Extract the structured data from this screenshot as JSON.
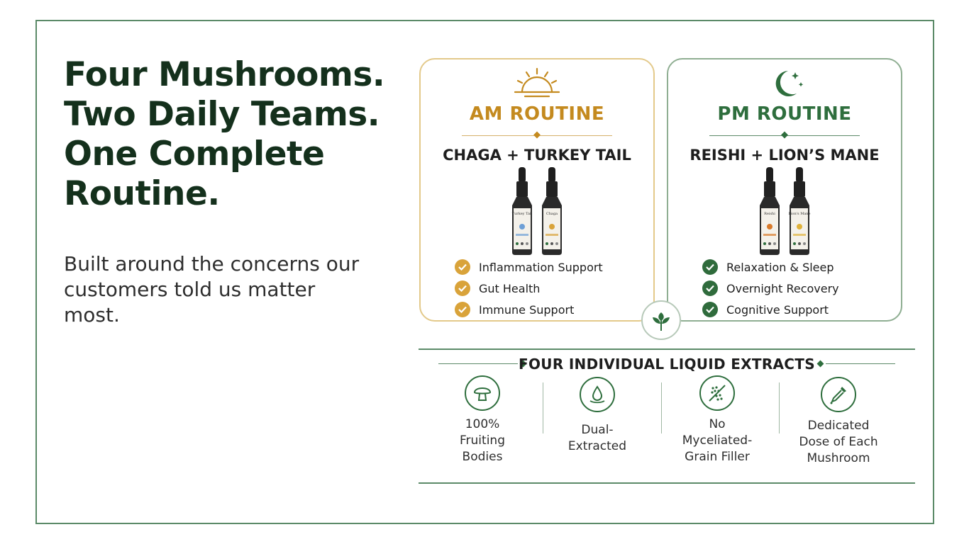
{
  "headline": {
    "lines": [
      "Four Mushrooms.",
      "Two Daily Teams.",
      "One Complete",
      "Routine."
    ]
  },
  "subtext": "Built around the concerns our customers told us matter most.",
  "colors": {
    "dark_green": "#14301c",
    "green": "#2e6e3d",
    "gold": "#c48a1f",
    "frame": "#5b8a68"
  },
  "am_card": {
    "icon": "sunrise-icon",
    "title": "AM ROUTINE",
    "subtitle": "CHAGA + TURKEY TAIL",
    "bottles": [
      {
        "label": "Turkey Tail",
        "accent": "#6e9fd6"
      },
      {
        "label": "Chaga",
        "accent": "#d9a33a"
      }
    ],
    "benefits": [
      "Inflammation Support",
      "Gut Health",
      "Immune Support"
    ]
  },
  "pm_card": {
    "icon": "moon-stars-icon",
    "title": "PM ROUTINE",
    "subtitle": "REISHI + LION’S MANE",
    "bottles": [
      {
        "label": "Reishi",
        "accent": "#d97a2a"
      },
      {
        "label": "Lion's Mane",
        "accent": "#e0b23a"
      }
    ],
    "benefits": [
      "Relaxation & Sleep",
      "Overnight Recovery",
      "Cognitive Support"
    ]
  },
  "center_badge_icon": "sprout-icon",
  "extracts": {
    "title": "FOUR INDIVIDUAL LIQUID EXTRACTS",
    "features": [
      {
        "icon": "mushroom-icon",
        "lines": [
          "100%",
          "Fruiting",
          "Bodies"
        ]
      },
      {
        "icon": "droplet-icon",
        "lines": [
          "Dual-",
          "Extracted"
        ]
      },
      {
        "icon": "no-grain-icon",
        "lines": [
          "No",
          "Myceliated-",
          "Grain Filler"
        ]
      },
      {
        "icon": "dropper-icon",
        "lines": [
          "Dedicated",
          "Dose of Each",
          "Mushroom"
        ]
      }
    ]
  }
}
